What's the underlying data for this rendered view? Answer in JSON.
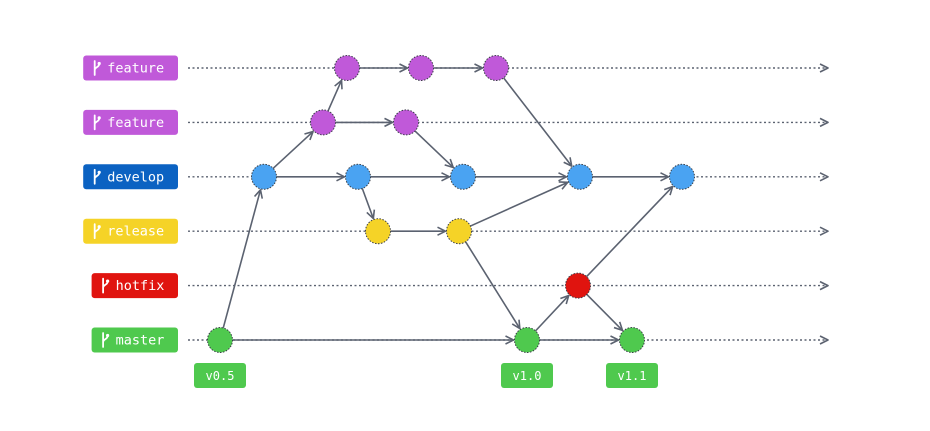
{
  "branches": [
    {
      "id": "feature-1",
      "label": "feature",
      "color": "#c059d9",
      "label_color": "#c059d9"
    },
    {
      "id": "feature-2",
      "label": "feature",
      "color": "#c059d9",
      "label_color": "#c059d9"
    },
    {
      "id": "develop",
      "label": "develop",
      "color": "#4aa3f2",
      "label_color": "#0b62c2"
    },
    {
      "id": "release",
      "label": "release",
      "color": "#f5d327",
      "label_color": "#f5d327"
    },
    {
      "id": "hotfix",
      "label": "hotfix",
      "color": "#e0140f",
      "label_color": "#e0140f"
    },
    {
      "id": "master",
      "label": "master",
      "color": "#4fc94e",
      "label_color": "#4fc94e"
    }
  ],
  "tags": [
    {
      "label": "v0.5",
      "commit": "m1"
    },
    {
      "label": "v1.0",
      "commit": "m2"
    },
    {
      "label": "v1.1",
      "commit": "m3"
    }
  ],
  "commits": [
    {
      "id": "m1",
      "branch": "master",
      "order": 0
    },
    {
      "id": "d1",
      "branch": "develop",
      "order": 1
    },
    {
      "id": "f2a",
      "branch": "feature-2",
      "order": 2
    },
    {
      "id": "f1a",
      "branch": "feature-1",
      "order": 3
    },
    {
      "id": "d2",
      "branch": "develop",
      "order": 4
    },
    {
      "id": "r1",
      "branch": "release",
      "order": 5
    },
    {
      "id": "f2b",
      "branch": "feature-2",
      "order": 6
    },
    {
      "id": "f1b",
      "branch": "feature-1",
      "order": 7
    },
    {
      "id": "r2",
      "branch": "release",
      "order": 8
    },
    {
      "id": "d3",
      "branch": "develop",
      "order": 9
    },
    {
      "id": "f1c",
      "branch": "feature-1",
      "order": 10
    },
    {
      "id": "m2",
      "branch": "master",
      "order": 11
    },
    {
      "id": "h1",
      "branch": "hotfix",
      "order": 12
    },
    {
      "id": "d4",
      "branch": "develop",
      "order": 13
    },
    {
      "id": "m3",
      "branch": "master",
      "order": 14
    },
    {
      "id": "d5",
      "branch": "develop",
      "order": 15
    }
  ],
  "edges": [
    [
      "m1",
      "d1"
    ],
    [
      "m1",
      "m2"
    ],
    [
      "d1",
      "d2"
    ],
    [
      "d1",
      "f2a"
    ],
    [
      "f2a",
      "f1a"
    ],
    [
      "f2a",
      "f2b"
    ],
    [
      "f1a",
      "f1b"
    ],
    [
      "f1b",
      "f1c"
    ],
    [
      "f1c",
      "d4"
    ],
    [
      "d2",
      "d3"
    ],
    [
      "d2",
      "r1"
    ],
    [
      "r1",
      "r2"
    ],
    [
      "r2",
      "d4"
    ],
    [
      "r2",
      "m2"
    ],
    [
      "f2b",
      "d3"
    ],
    [
      "d3",
      "d4"
    ],
    [
      "d4",
      "d5"
    ],
    [
      "m2",
      "h1"
    ],
    [
      "m2",
      "m3"
    ],
    [
      "h1",
      "m3"
    ],
    [
      "h1",
      "d5"
    ]
  ],
  "icon": "git-branch-icon"
}
